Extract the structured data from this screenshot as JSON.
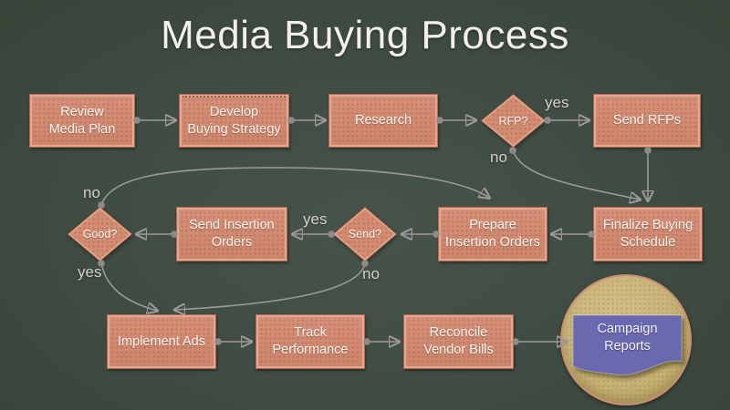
{
  "title": "Media Buying Process",
  "nodes": [
    {
      "id": "review-media-plan",
      "type": "process",
      "label": "Review\nMedia Plan"
    },
    {
      "id": "develop-buying-strategy",
      "type": "process",
      "label": "Develop\nBuying Strategy"
    },
    {
      "id": "research",
      "type": "process",
      "label": "Research"
    },
    {
      "id": "rfp-decision",
      "type": "decision",
      "label": "RFP?"
    },
    {
      "id": "send-rfps",
      "type": "process",
      "label": "Send RFPs"
    },
    {
      "id": "finalize-buying-schedule",
      "type": "process",
      "label": "Finalize Buying\nSchedule"
    },
    {
      "id": "prepare-insertion-orders",
      "type": "process",
      "label": "Prepare\nInsertion Orders"
    },
    {
      "id": "send-decision",
      "type": "decision",
      "label": "Send?"
    },
    {
      "id": "send-insertion-orders",
      "type": "process",
      "label": "Send Insertion\nOrders"
    },
    {
      "id": "good-decision",
      "type": "decision",
      "label": "Good?"
    },
    {
      "id": "implement-ads",
      "type": "process",
      "label": "Implement Ads"
    },
    {
      "id": "track-performance",
      "type": "process",
      "label": "Track\nPerformance"
    },
    {
      "id": "reconcile-vendor-bills",
      "type": "process",
      "label": "Reconcile\nVendor Bills"
    },
    {
      "id": "campaign-reports",
      "type": "document",
      "label": "Campaign\nReports"
    }
  ],
  "edge_labels": {
    "rfp_yes": "yes",
    "rfp_no": "no",
    "send_yes": "yes",
    "send_no": "no",
    "good_no": "no",
    "good_yes": "yes"
  },
  "edges": [
    {
      "from": "review-media-plan",
      "to": "develop-buying-strategy"
    },
    {
      "from": "develop-buying-strategy",
      "to": "research"
    },
    {
      "from": "research",
      "to": "rfp-decision"
    },
    {
      "from": "rfp-decision",
      "to": "send-rfps",
      "label": "yes"
    },
    {
      "from": "rfp-decision",
      "to": "finalize-buying-schedule",
      "label": "no"
    },
    {
      "from": "send-rfps",
      "to": "finalize-buying-schedule"
    },
    {
      "from": "finalize-buying-schedule",
      "to": "prepare-insertion-orders"
    },
    {
      "from": "prepare-insertion-orders",
      "to": "send-decision"
    },
    {
      "from": "send-decision",
      "to": "send-insertion-orders",
      "label": "yes"
    },
    {
      "from": "send-insertion-orders",
      "to": "good-decision"
    },
    {
      "from": "good-decision",
      "to": "prepare-insertion-orders",
      "label": "no"
    },
    {
      "from": "good-decision",
      "to": "implement-ads",
      "label": "yes"
    },
    {
      "from": "send-decision",
      "to": "implement-ads",
      "label": "no"
    },
    {
      "from": "implement-ads",
      "to": "track-performance"
    },
    {
      "from": "track-performance",
      "to": "reconcile-vendor-bills"
    },
    {
      "from": "reconcile-vendor-bills",
      "to": "campaign-reports"
    }
  ],
  "colors": {
    "background": "#414e45",
    "shape_fill": "#d28c72",
    "shape_border_light": "#e3a88f",
    "shape_border_dark": "#b5684f",
    "connector": "#9f989a",
    "edge_label_text": "#d5d1ca",
    "title_text": "#f3f0ea",
    "node_text": "#faf5f2",
    "circle_fill": "#c9b377",
    "document_fill": "#6968b0"
  }
}
